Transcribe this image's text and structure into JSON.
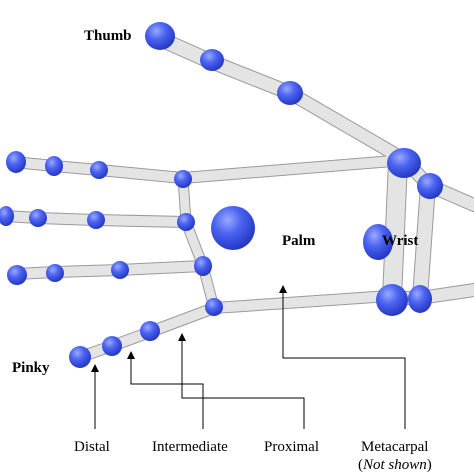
{
  "labels": {
    "thumb": "Thumb",
    "pinky": "Pinky",
    "palm": "Palm",
    "wrist": "Wrist",
    "distal": "Distal",
    "intermediate": "Intermediate",
    "proximal": "Proximal",
    "metacarpal": "Metacarpal",
    "not_shown": "Not shown"
  },
  "colors": {
    "bone": "#e4e4e4",
    "bone_outline": "#9a9a9a",
    "joint": "#3f57e6",
    "joint_highlight": "#8a9dff",
    "text": "#000000"
  }
}
